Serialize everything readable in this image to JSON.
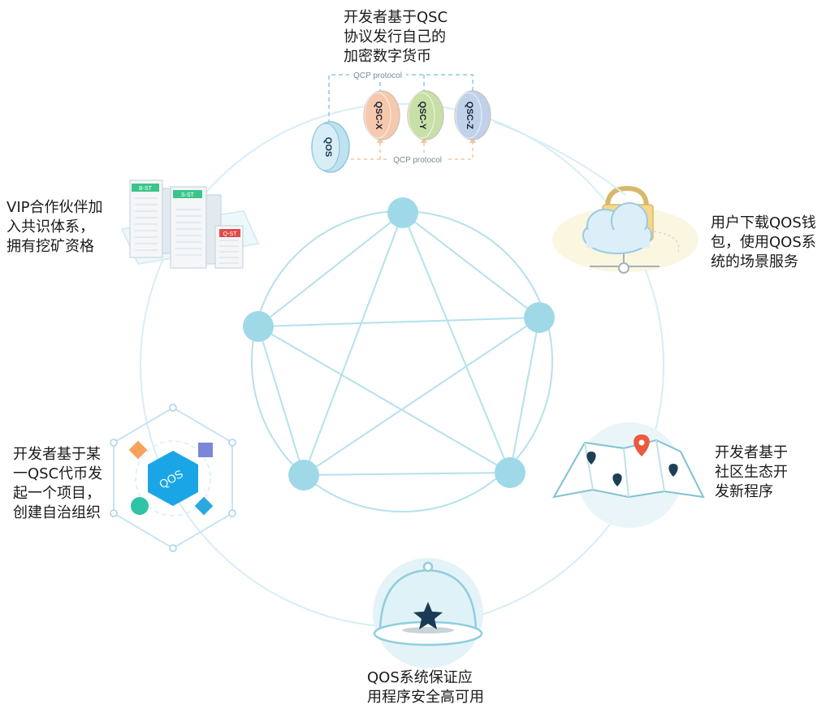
{
  "captions": {
    "top": [
      "开发者基于QSC",
      "协议发行自己的",
      "加密数字货币"
    ],
    "right_top": [
      "用户下载QOS钱",
      "包，使用QOS系",
      "统的场景服务"
    ],
    "right_bottom": [
      "开发者基于",
      "社区生态开",
      "发新程序"
    ],
    "bottom": [
      "QOS系统保证应",
      "用程序安全高可用"
    ],
    "left_bottom": [
      "开发者基于某",
      "一QSC代币发",
      "起一个项目，",
      "创建自治组织"
    ],
    "left_top": [
      "VIP合作伙伴加",
      "入共识体系，",
      "拥有挖矿资格"
    ]
  },
  "protocol": {
    "label_top": "QCP protocol",
    "label_bottom": "QCP protocol",
    "main_coin": "QOS",
    "coins": [
      {
        "label": "QSC-X",
        "color": "#f6c9ae"
      },
      {
        "label": "QSC-Y",
        "color": "#c8dfa6"
      },
      {
        "label": "QSC-Z",
        "color": "#c0d2ea"
      }
    ]
  },
  "hub": {
    "label": "QOS"
  },
  "building_signs": [
    {
      "label": "B-ST",
      "color": "#3cc58a"
    },
    {
      "label": "S-ST",
      "color": "#3cc58a"
    },
    {
      "label": "Q-ST",
      "color": "#e24b4b"
    }
  ],
  "colors": {
    "node": "#9fd9e8",
    "line": "#b5e1ec",
    "orbit": "#cfeaf2",
    "accent_blue": "#1aa6e6",
    "pin_dark": "#1e3f55",
    "pin_red": "#ea5a3c"
  }
}
